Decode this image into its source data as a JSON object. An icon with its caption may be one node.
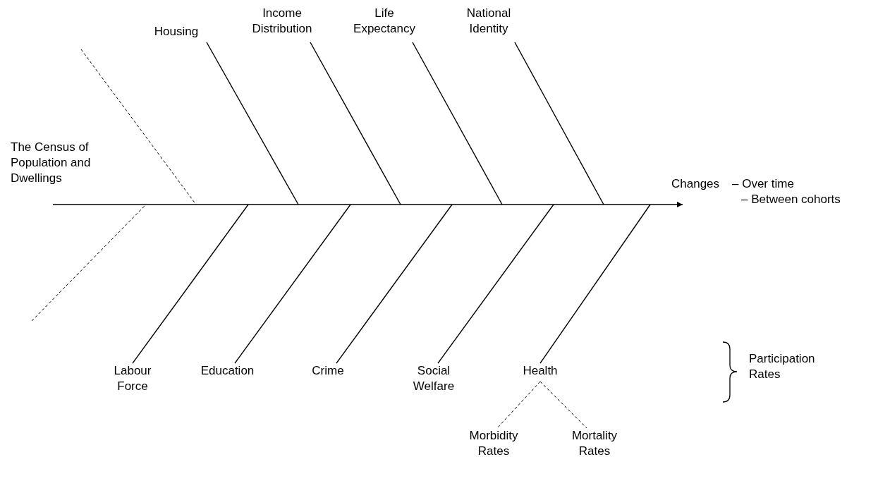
{
  "diagram": {
    "nodes": [
      {
        "text": [
          "Housing"
        ]
      },
      {
        "text": [
          "Income Distribution"
        ]
      },
      {
        "text": [
          "Life Expectancy"
        ]
      },
      {
        "text": [
          "National Identity"
        ]
      },
      {
        "text": [
          "Changes"
        ],
        "beside": [
          "– Over time",
          "– Between cohorts"
        ]
      },
      {
        "text": [
          "Labour Force"
        ]
      },
      {
        "text": [
          "Education"
        ]
      },
      {
        "text": [
          "Crime"
        ]
      },
      {
        "text": [
          "Social Welfare"
        ]
      },
      {
        "text": [
          "Health"
        ]
      },
      {
        "text": [
          "Morbidity Rates"
        ]
      },
      {
        "text": [
          "Mortality Rates"
        ]
      }
    ],
    "edges": [
      {
        "from": null,
        "to": 4,
        "arrow": "to"
      },
      {
        "from": 0,
        "to": null,
        "arrow": "none"
      },
      {
        "from": 1,
        "to": null,
        "arrow": "none"
      },
      {
        "from": 2,
        "to": null,
        "arrow": "none"
      },
      {
        "from": 3,
        "to": null,
        "arrow": "none"
      },
      {
        "from": 5,
        "to": null,
        "arrow": "none"
      },
      {
        "from": 6,
        "to": null,
        "arrow": "none"
      },
      {
        "from": 7,
        "to": null,
        "arrow": "none"
      },
      {
        "from": 8,
        "to": null,
        "arrow": "none"
      },
      {
        "from": 9,
        "to": null,
        "arrow": "none"
      },
      {
        "from": 9,
        "to": 10,
        "arrow": "none",
        "style": "dashed"
      },
      {
        "from": 9,
        "to": 11,
        "arrow": "none",
        "style": "dashed"
      }
    ],
    "labels": [
      "The Census of Population and Dwellings",
      "Participation Rates"
    ]
  }
}
